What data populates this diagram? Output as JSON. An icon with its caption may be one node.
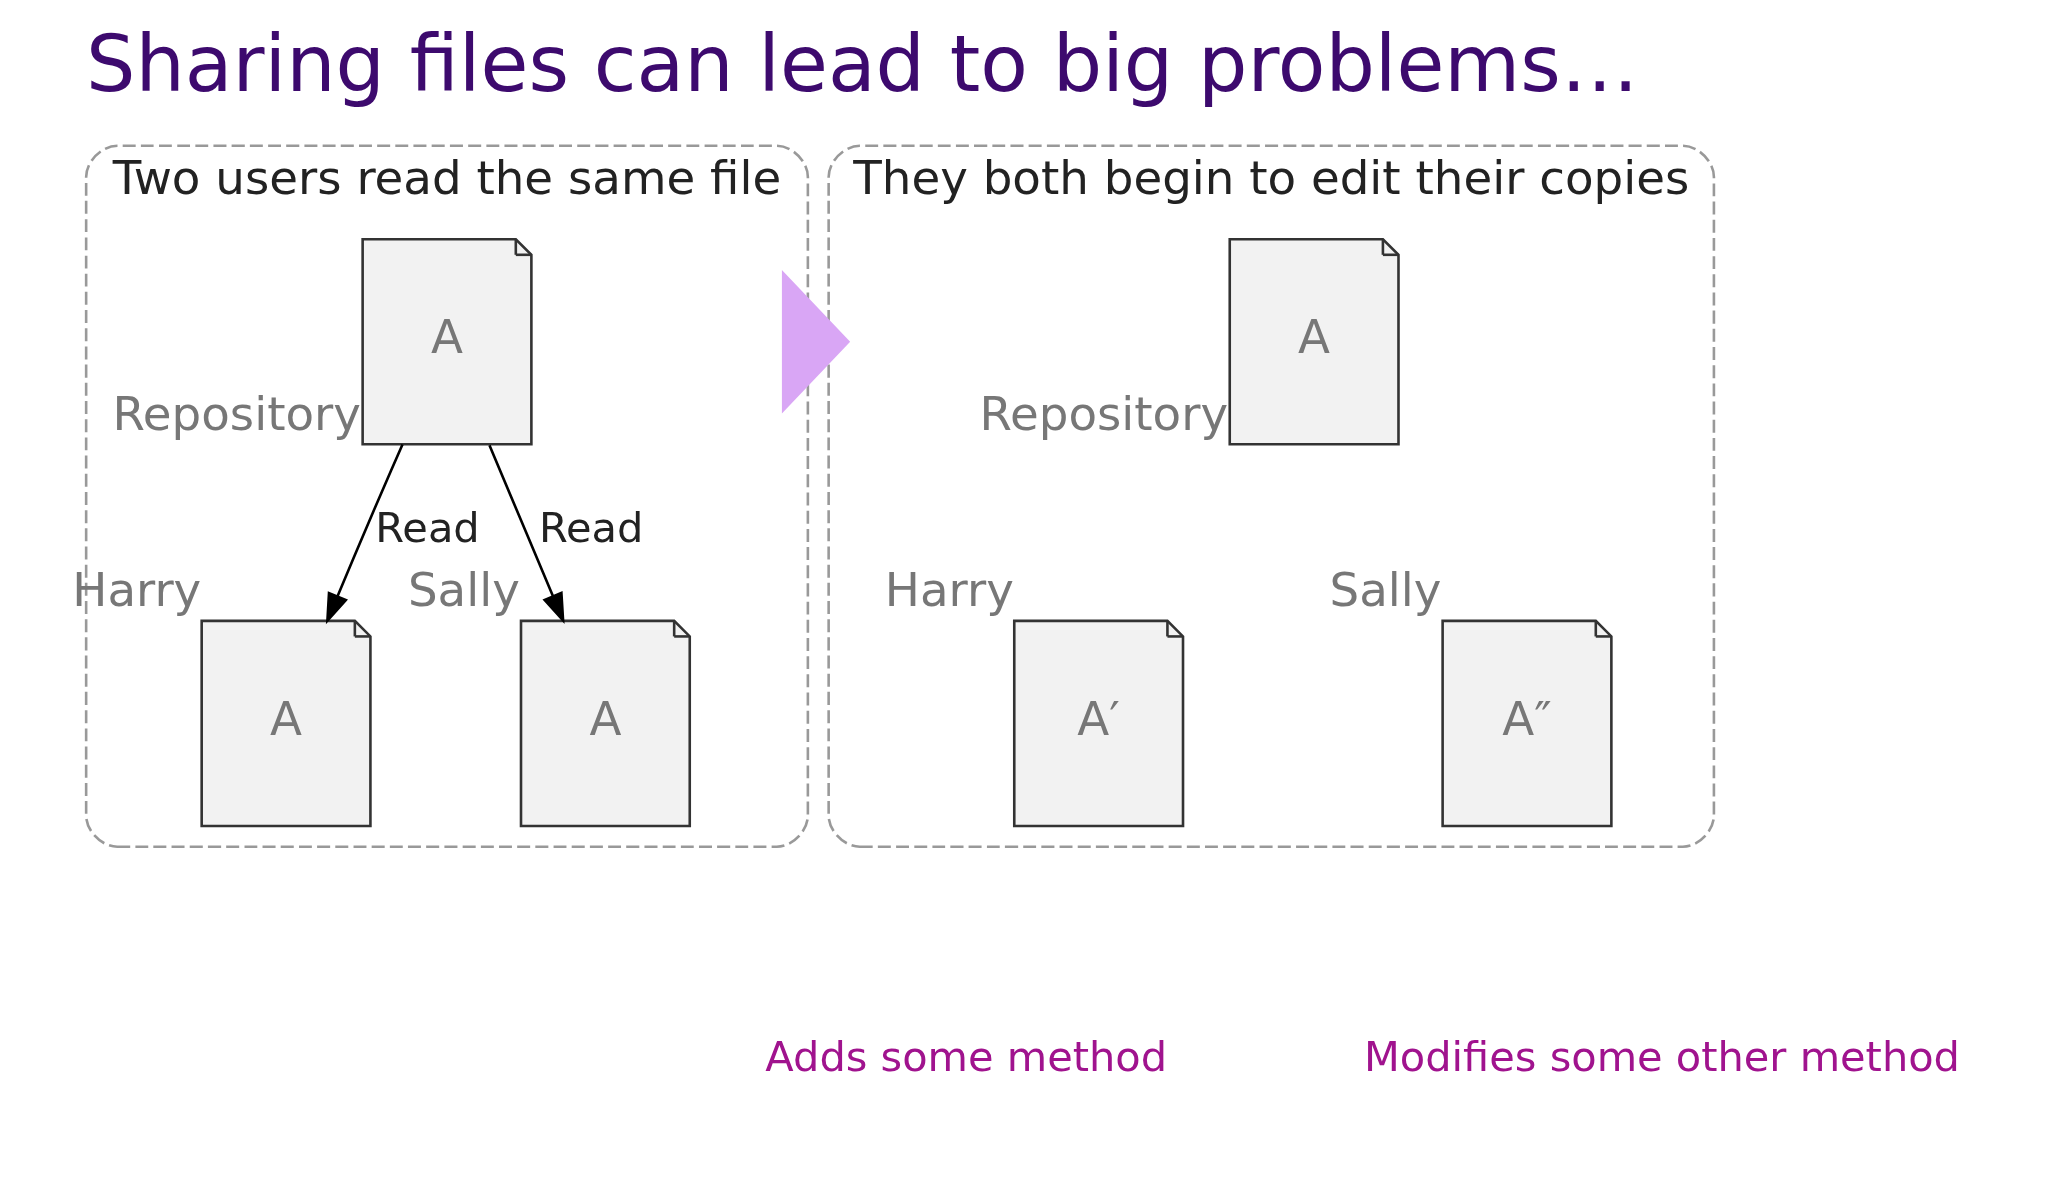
{
  "diagram": {
    "title": "Sharing files can lead to big problems…",
    "nodes": [
      {
        "text": [
          "Two users read the same file"
        ]
      },
      {
        "text": [
          "A"
        ],
        "beside": [
          "Repository"
        ],
        "in": 0
      },
      {
        "text": [
          "A"
        ],
        "beside": [
          "Harry"
        ],
        "in": 0
      },
      {
        "text": [
          "A"
        ],
        "beside": [
          "Sally"
        ],
        "in": 0
      },
      {
        "text": [
          "They both begin to edit their copies"
        ]
      },
      {
        "text": [
          "A"
        ],
        "beside": [
          "Repository"
        ],
        "in": 4
      },
      {
        "text": [
          "A′"
        ],
        "beside": [
          "Harry"
        ],
        "in": 4
      },
      {
        "text": [
          "A″"
        ],
        "beside": [
          "Sally"
        ],
        "in": 4
      }
    ],
    "edges": [
      {
        "from": 1,
        "to": 2,
        "arrow": "to",
        "label": "Read"
      },
      {
        "from": 1,
        "to": 3,
        "arrow": "to",
        "label": "Read"
      },
      {
        "from": 0,
        "to": 4,
        "arrow": "to",
        "style": "thick",
        "color": "#d9a6f5"
      }
    ],
    "labels": [
      "Adds some method",
      "Modifies some other method"
    ]
  }
}
